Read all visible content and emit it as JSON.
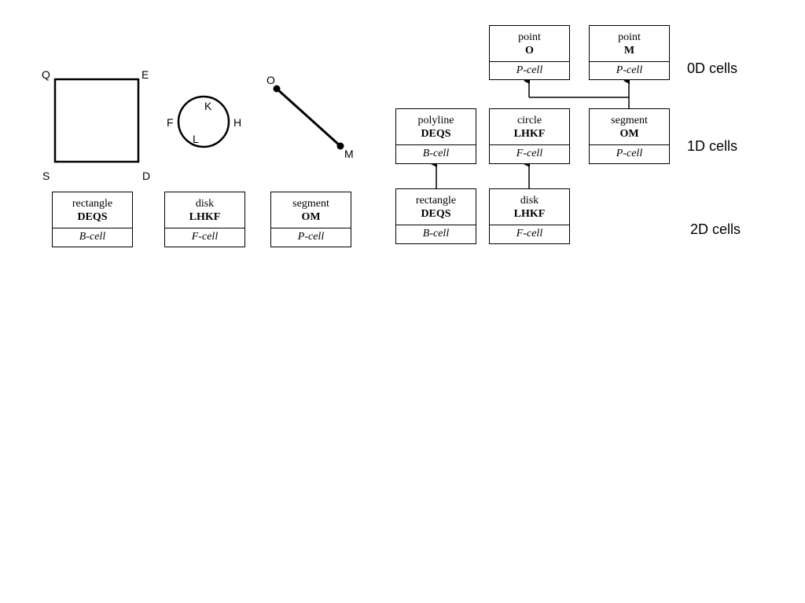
{
  "shapes": {
    "square": {
      "vertices": {
        "q": "Q",
        "e": "E",
        "s": "S",
        "d": "D"
      }
    },
    "circle": {
      "points": {
        "k": "K",
        "f": "F",
        "h": "H",
        "l": "L"
      }
    },
    "segment": {
      "endpoints": {
        "o": "O",
        "m": "M"
      }
    }
  },
  "left_cells": [
    {
      "kind": "rectangle",
      "id": "DEQS",
      "type": "B-cell"
    },
    {
      "kind": "disk",
      "id": "LHKF",
      "type": "F-cell"
    },
    {
      "kind": "segment",
      "id": "OM",
      "type": "P-cell"
    }
  ],
  "hierarchy": {
    "levels": {
      "zero_d": "0D cells",
      "one_d": "1D cells",
      "two_d": "2D cells"
    },
    "zero_d": [
      {
        "kind": "point",
        "id": "O",
        "type": "P-cell"
      },
      {
        "kind": "point",
        "id": "M",
        "type": "P-cell"
      }
    ],
    "one_d": [
      {
        "kind": "polyline",
        "id": "DEQS",
        "type": "B-cell"
      },
      {
        "kind": "circle",
        "id": "LHKF",
        "type": "F-cell"
      },
      {
        "kind": "segment",
        "id": "OM",
        "type": "P-cell"
      }
    ],
    "two_d": [
      {
        "kind": "rectangle",
        "id": "DEQS",
        "type": "B-cell"
      },
      {
        "kind": "disk",
        "id": "LHKF",
        "type": "F-cell"
      }
    ]
  }
}
